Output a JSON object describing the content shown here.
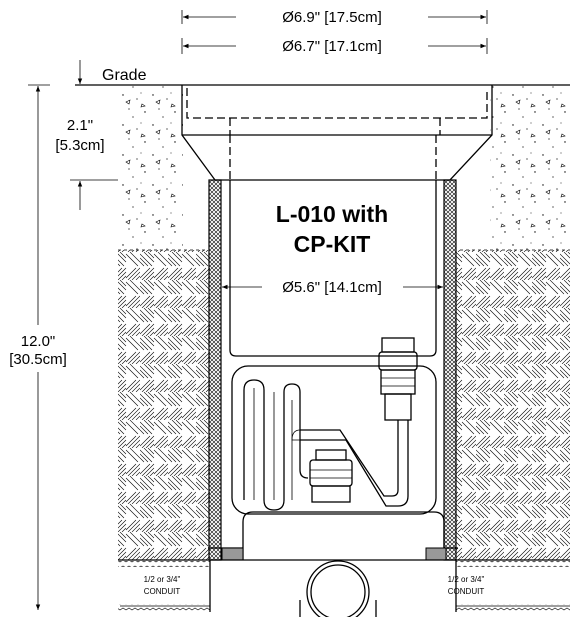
{
  "dimensions": {
    "outer_diameter": "Ø6.9\" [17.5cm]",
    "inner_diameter": "Ø6.7\" [17.1cm]",
    "body_diameter": "Ø5.6\" [14.1cm]",
    "top_depth_in": "2.1\"",
    "top_depth_cm": "[5.3cm]",
    "total_depth_in": "12.0\"",
    "total_depth_cm": "[30.5cm]"
  },
  "labels": {
    "grade": "Grade",
    "title_line1": "L-010 with",
    "title_line2": "CP-KIT",
    "conduit_left_line1": "1/2 or 3/4\"",
    "conduit_left_line2": "CONDUIT",
    "conduit_right_line1": "1/2 or 3/4\"",
    "conduit_right_line2": "CONDUIT"
  }
}
